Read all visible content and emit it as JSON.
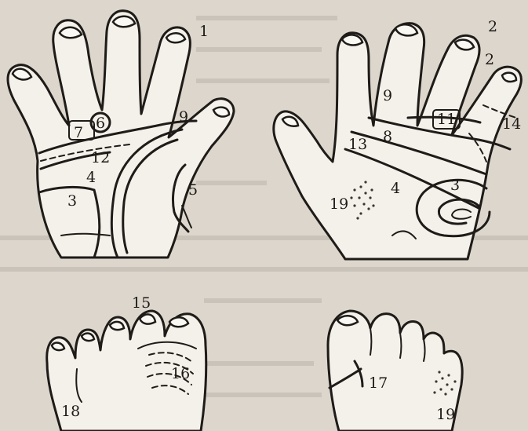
{
  "colors": {
    "background": "#dcd6cc",
    "ink": "#1e1b18",
    "skin": "#f4f1ea"
  },
  "left_hand": {
    "labels": {
      "l1": "1",
      "l3": "3",
      "l4": "4",
      "l5": "5",
      "l6": "6",
      "l7": "7",
      "l9": "9",
      "l12": "12"
    }
  },
  "right_hand": {
    "labels": {
      "l2a": "2",
      "l2b": "2",
      "l3": "3",
      "l4": "4",
      "l8": "8",
      "l9": "9",
      "l11": "11",
      "l13": "13",
      "l14": "14",
      "l19": "19"
    }
  },
  "left_foot": {
    "labels": {
      "l15": "15",
      "l16": "16",
      "l18": "18"
    }
  },
  "right_foot": {
    "labels": {
      "l17": "17",
      "l19": "19"
    }
  }
}
